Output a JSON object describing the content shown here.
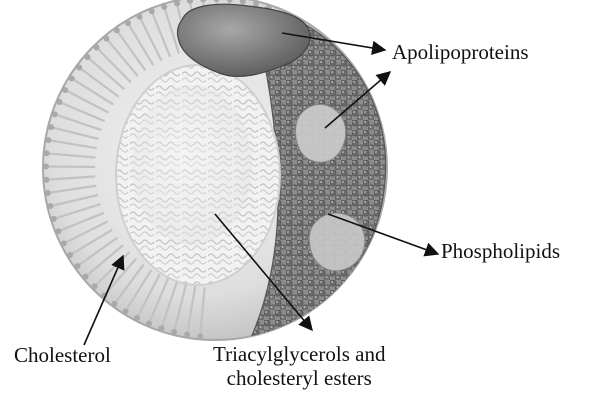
{
  "labels": {
    "apolipoproteins": "Apolipoproteins",
    "phospholipids": "Phospholipids",
    "cholesterol": "Cholesterol",
    "triacylglycerols_line1": "Triacylglycerols and",
    "triacylglycerols_line2": "cholesteryl esters"
  },
  "colors": {
    "shell": "#e2e2e2",
    "core": "#efefef",
    "phospholipid_head": "#6f6f6f",
    "protein": "#7a7a7a",
    "arrow": "#111111",
    "text": "#111111"
  }
}
